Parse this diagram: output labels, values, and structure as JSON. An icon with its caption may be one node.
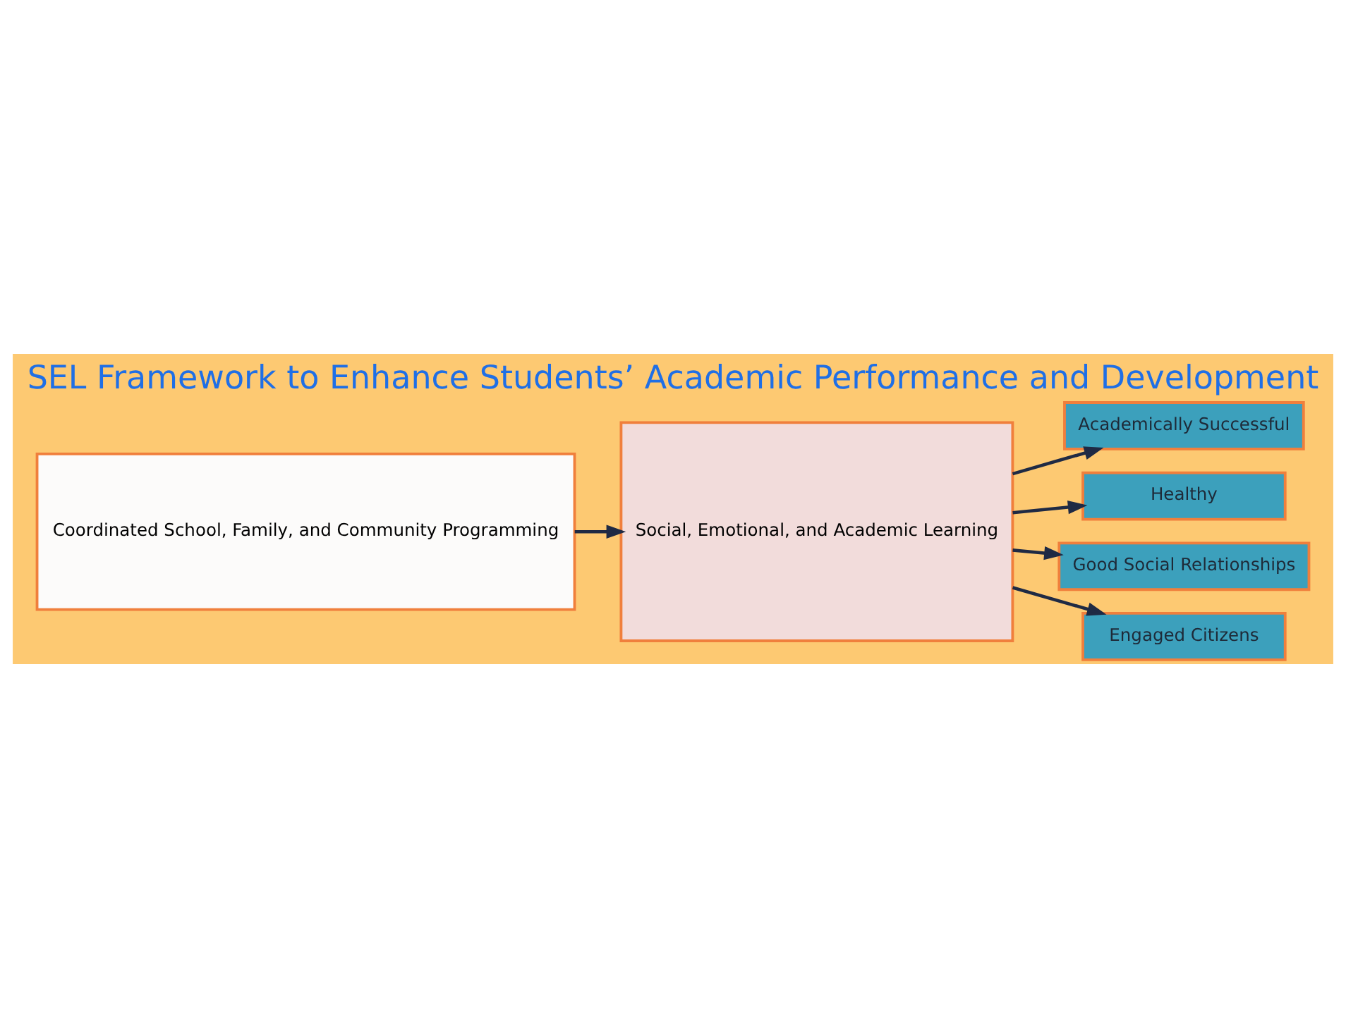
{
  "diagram": {
    "title": "SEL Framework to Enhance Students’ Academic Performance and Development",
    "nodes": [
      {
        "text": [
          "Coordinated School, Family, and Community Programming"
        ]
      },
      {
        "text": [
          "Social, Emotional, and Academic Learning"
        ]
      },
      {
        "text": [
          "Academically Successful"
        ]
      },
      {
        "text": [
          "Healthy"
        ]
      },
      {
        "text": [
          "Good Social Relationships"
        ]
      },
      {
        "text": [
          "Engaged Citizens"
        ]
      }
    ],
    "edges": [
      {
        "from": 0,
        "to": 1,
        "arrow": "to"
      },
      {
        "from": 1,
        "to": 2,
        "arrow": "to"
      },
      {
        "from": 1,
        "to": 3,
        "arrow": "to"
      },
      {
        "from": 1,
        "to": 4,
        "arrow": "to"
      },
      {
        "from": 1,
        "to": 5,
        "arrow": "to"
      }
    ]
  }
}
